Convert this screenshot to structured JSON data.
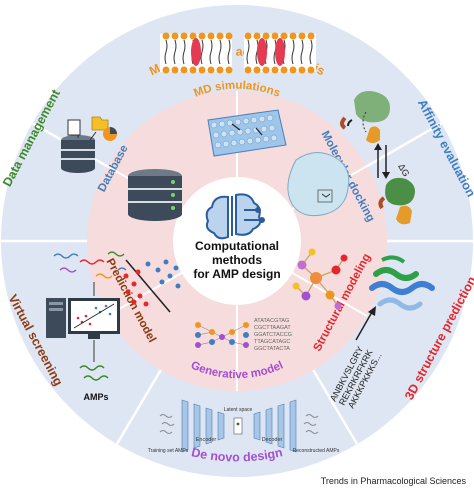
{
  "center": {
    "line1": "Computational",
    "line2": "methods",
    "line3": "for AMP design"
  },
  "inner_ring": {
    "md": "MD simulations",
    "docking": "Molecular docking",
    "structural": "Structural modeling",
    "generative": "Generative model",
    "prediction": "Prediction model",
    "database": "Database"
  },
  "outer_ring": {
    "mechanism": "Mechanism of action analysis",
    "affinity": "Affinity evaluation",
    "structure3d": "3D structure prediction",
    "denovo": "De novo design",
    "virtual": "Virtual screening",
    "data": "Data management"
  },
  "labels": {
    "amps": "AMPs",
    "delta_g": "ΔG",
    "seq1": "ANBKVSLGRY",
    "seq2": "REKRKRFKRK",
    "seq3": "AKKKPKKKS...",
    "training": "Training set AMPs",
    "encoder": "Encoder",
    "latent": "Latent space",
    "decoder": "Decoder",
    "reconstructed": "Reconstructed AMPs",
    "dna1": "ATATACGTAG",
    "dna2": "CGCTTAAGAT",
    "dna3": "GGATCTACCG",
    "dna4": "TTAGCATAGC",
    "dna5": "GGCTATACTA"
  },
  "footer": "Trends in Pharmacological Sciences",
  "colors": {
    "outer_ring": "#dfe6f3",
    "inner_ring": "#f6dcdc",
    "orange": "#f0951e",
    "red": "#e5262d",
    "blue": "#3f7fc1",
    "green": "#3e8a2b",
    "purple": "#a24fd1",
    "brown": "#8c3a12"
  }
}
